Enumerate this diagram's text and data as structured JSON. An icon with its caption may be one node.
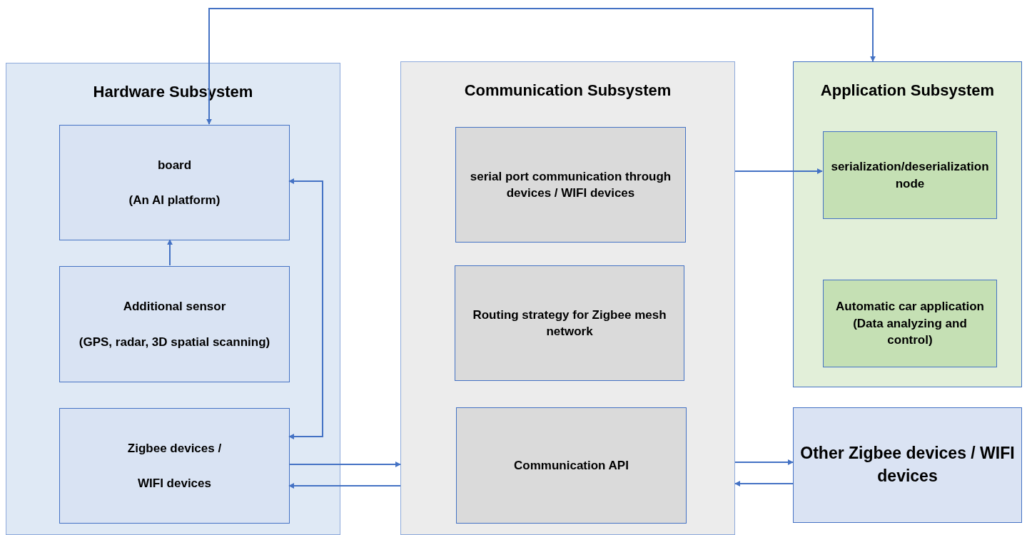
{
  "diagram": {
    "nodes": [
      {
        "text": [
          "Hardware Subsystem"
        ]
      },
      {
        "text": [
          "board",
          "(An AI platform)"
        ],
        "in": 0
      },
      {
        "text": [
          "Additional sensor",
          "(GPS, radar, 3D spatial scanning)"
        ],
        "in": 0
      },
      {
        "text": [
          "Zigbee devices /",
          "WIFI devices"
        ],
        "in": 0
      },
      {
        "text": [
          "Communication Subsystem"
        ]
      },
      {
        "text": [
          "serial port communication through devices / WIFI devices"
        ],
        "in": 4
      },
      {
        "text": [
          "Routing strategy for Zigbee mesh network"
        ],
        "in": 4
      },
      {
        "text": [
          "Communication API"
        ],
        "in": 4
      },
      {
        "text": [
          "Application Subsystem"
        ]
      },
      {
        "text": [
          "serialization/deserialization node"
        ],
        "in": 8
      },
      {
        "text": [
          "Automatic car application (Data analyzing and control)"
        ],
        "in": 8
      },
      {
        "text": [
          "Other Zigbee devices / WIFI devices"
        ]
      }
    ],
    "edges": [
      {
        "from": 1,
        "to": 8,
        "arrow": "both"
      },
      {
        "from": 2,
        "to": 1,
        "arrow": "to"
      },
      {
        "from": 1,
        "to": 3,
        "arrow": "both"
      },
      {
        "from": 3,
        "to": 4,
        "arrow": "to"
      },
      {
        "from": 4,
        "to": 3,
        "arrow": "to"
      },
      {
        "from": 4,
        "to": 9,
        "arrow": "to"
      },
      {
        "from": 4,
        "to": 11,
        "arrow": "to"
      },
      {
        "from": 11,
        "to": 4,
        "arrow": "to"
      }
    ]
  }
}
